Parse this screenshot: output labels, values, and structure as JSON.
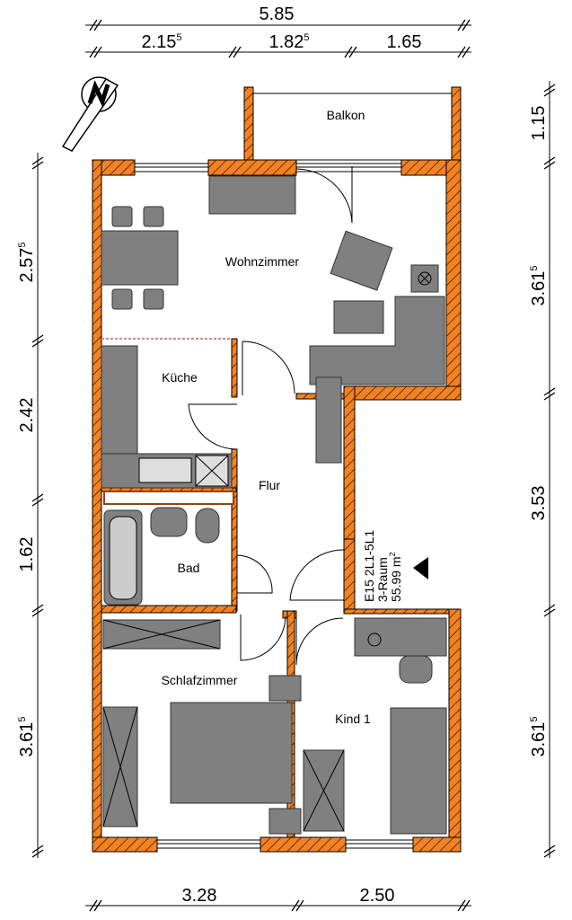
{
  "colors": {
    "wall": "#F58220",
    "furniture": "#808080",
    "line": "#000000"
  },
  "dimensions": {
    "top_total": {
      "value": "5.85",
      "sup": ""
    },
    "top": [
      {
        "value": "2.15",
        "sup": "5"
      },
      {
        "value": "1.82",
        "sup": "5"
      },
      {
        "value": "1.65",
        "sup": ""
      }
    ],
    "bottom": [
      {
        "value": "3.28",
        "sup": ""
      },
      {
        "value": "2.50",
        "sup": ""
      }
    ],
    "left": [
      {
        "value": "2.57",
        "sup": "5"
      },
      {
        "value": "2.42",
        "sup": ""
      },
      {
        "value": "1.62",
        "sup": ""
      },
      {
        "value": "3.61",
        "sup": "5"
      }
    ],
    "right": [
      {
        "value": "1.15",
        "sup": ""
      },
      {
        "value": "3.61",
        "sup": "5"
      },
      {
        "value": "3.53",
        "sup": ""
      },
      {
        "value": "3.61",
        "sup": "5"
      }
    ]
  },
  "rooms": {
    "balkon": "Balkon",
    "wohnzimmer": "Wohnzimmer",
    "kueche": "Küche",
    "flur": "Flur",
    "bad": "Bad",
    "schlafzimmer": "Schlafzimmer",
    "kind": "Kind 1"
  },
  "info": {
    "line1": "E15 2L1-5L1",
    "line2": "3-Raum",
    "line3": "55.99 m",
    "line3_sup": "2"
  },
  "icons": [
    "north-arrow-icon",
    "entrance-arrow-icon"
  ]
}
